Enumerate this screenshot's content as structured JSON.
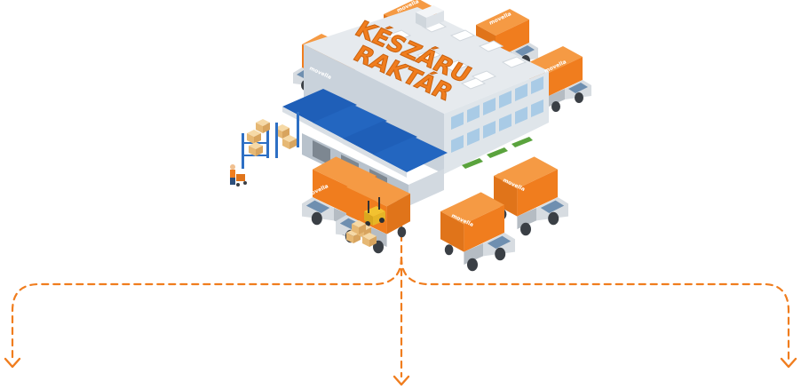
{
  "warehouse": {
    "sign_line1": "KÉSZÁRU",
    "sign_line2": "RAKTÁR"
  },
  "trucks": [
    {
      "id": "truck-top-left",
      "brand": "movella"
    },
    {
      "id": "truck-top-center",
      "brand": "movella"
    },
    {
      "id": "truck-top-right",
      "brand": "movella"
    },
    {
      "id": "truck-right",
      "brand": "movella"
    },
    {
      "id": "truck-front-left-1",
      "brand": "movella"
    },
    {
      "id": "truck-front-left-2",
      "brand": "movella"
    },
    {
      "id": "truck-front-right-1",
      "brand": "movella"
    },
    {
      "id": "truck-front-right-2",
      "brand": "movella"
    }
  ],
  "colors": {
    "orange": "#f07d1e",
    "orange_dark": "#c9620f",
    "roof": "#e4e8ec",
    "wall": "#cdd6df",
    "window": "#9fc6e4",
    "blue_roof": "#1f5fb8",
    "gray": "#8f979f",
    "path": "#f07d1e"
  },
  "arrows": [
    "arrow-left",
    "arrow-center",
    "arrow-right"
  ]
}
